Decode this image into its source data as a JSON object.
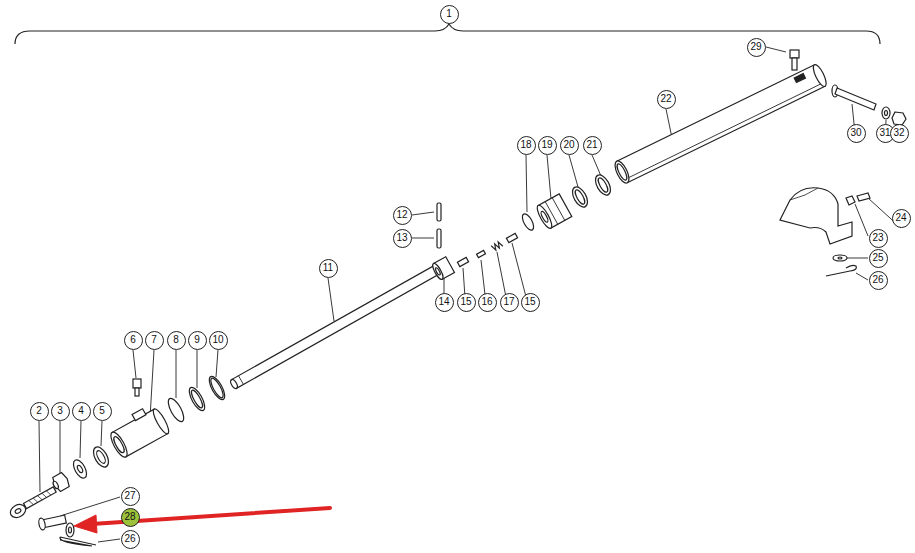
{
  "diagram": {
    "nodes": [
      {
        "text": [
          "1"
        ]
      },
      {
        "text": [
          "29"
        ]
      },
      {
        "text": [
          "22"
        ]
      },
      {
        "text": [
          "18"
        ]
      },
      {
        "text": [
          "19"
        ]
      },
      {
        "text": [
          "20"
        ]
      },
      {
        "text": [
          "21"
        ]
      },
      {
        "text": [
          "30"
        ]
      },
      {
        "text": [
          "31"
        ]
      },
      {
        "text": [
          "32"
        ]
      },
      {
        "text": [
          "12"
        ]
      },
      {
        "text": [
          "13"
        ]
      },
      {
        "text": [
          "23"
        ]
      },
      {
        "text": [
          "24"
        ]
      },
      {
        "text": [
          "25"
        ]
      },
      {
        "text": [
          "11"
        ]
      },
      {
        "text": [
          "26"
        ]
      },
      {
        "text": [
          "14"
        ]
      },
      {
        "text": [
          "15"
        ]
      },
      {
        "text": [
          "16"
        ]
      },
      {
        "text": [
          "17"
        ]
      },
      {
        "text": [
          "15"
        ]
      },
      {
        "text": [
          "6"
        ]
      },
      {
        "text": [
          "7"
        ]
      },
      {
        "text": [
          "8"
        ]
      },
      {
        "text": [
          "9"
        ]
      },
      {
        "text": [
          "10"
        ]
      },
      {
        "text": [
          "2"
        ]
      },
      {
        "text": [
          "3"
        ]
      },
      {
        "text": [
          "4"
        ]
      },
      {
        "text": [
          "5"
        ]
      },
      {
        "text": [
          "27"
        ]
      },
      {
        "text": [
          "28"
        ]
      },
      {
        "text": [
          "26"
        ]
      }
    ]
  }
}
